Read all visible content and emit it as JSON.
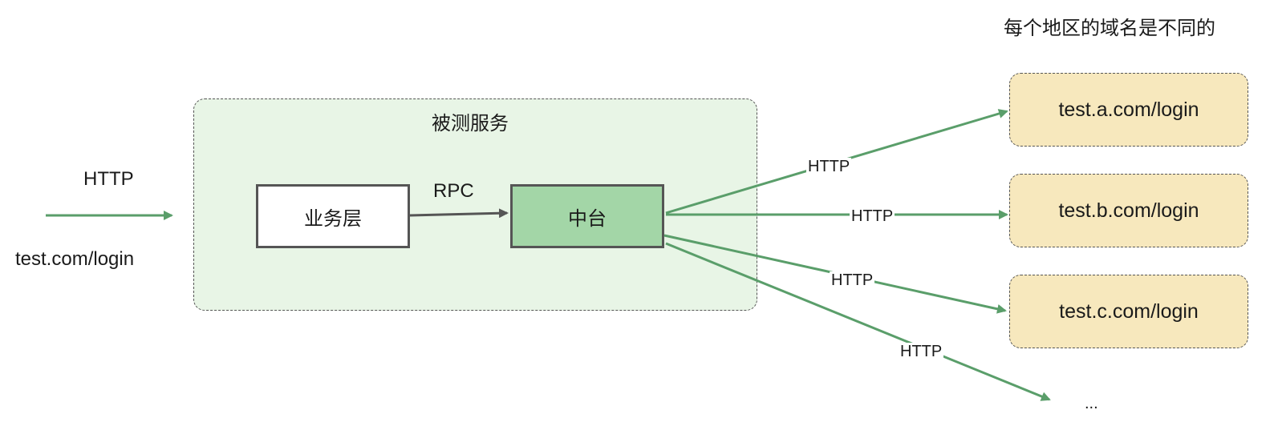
{
  "header_note": "每个地区的域名是不同的",
  "incoming": {
    "label": "HTTP",
    "url": "test.com/login"
  },
  "service": {
    "title": "被测服务"
  },
  "nodes": {
    "biz_layer": "业务层",
    "middle_platform": "中台"
  },
  "edges": {
    "rpc": "RPC",
    "http_a": "HTTP",
    "http_b": "HTTP",
    "http_c": "HTTP",
    "http_more": "HTTP"
  },
  "domains": {
    "a": "test.a.com/login",
    "b": "test.b.com/login",
    "c": "test.c.com/login",
    "more": "..."
  },
  "colors": {
    "green_arrow": "#5a9e6a",
    "gray_arrow": "#555555",
    "service_bg": "#e8f5e6",
    "middle_fill": "#a3d6a7",
    "domain_fill": "#f7e8bd"
  }
}
